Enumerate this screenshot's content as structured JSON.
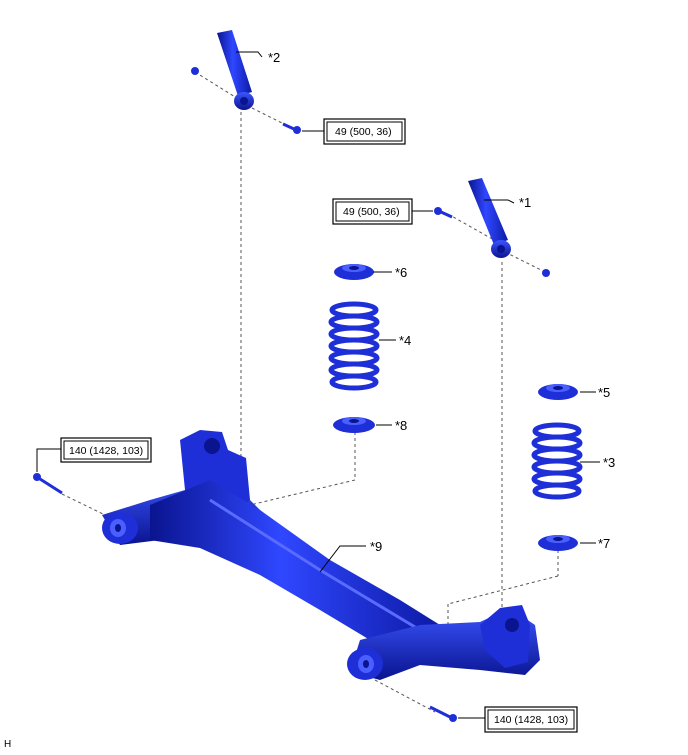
{
  "figure_id": "H",
  "colors": {
    "part": "#1f2fd8",
    "part_dark": "#0a148f",
    "part_light": "#5a6cff"
  },
  "callouts": {
    "c1": "*1",
    "c2": "*2",
    "c3": "*3",
    "c4": "*4",
    "c5": "*5",
    "c6": "*6",
    "c7": "*7",
    "c8": "*8",
    "c9": "*9"
  },
  "torque_labels": {
    "upper_left": "49 (500, 36)",
    "upper_right": "49 (500, 36)",
    "left_bolt": "140 (1428, 103)",
    "bottom_bolt": "140 (1428, 103)"
  }
}
